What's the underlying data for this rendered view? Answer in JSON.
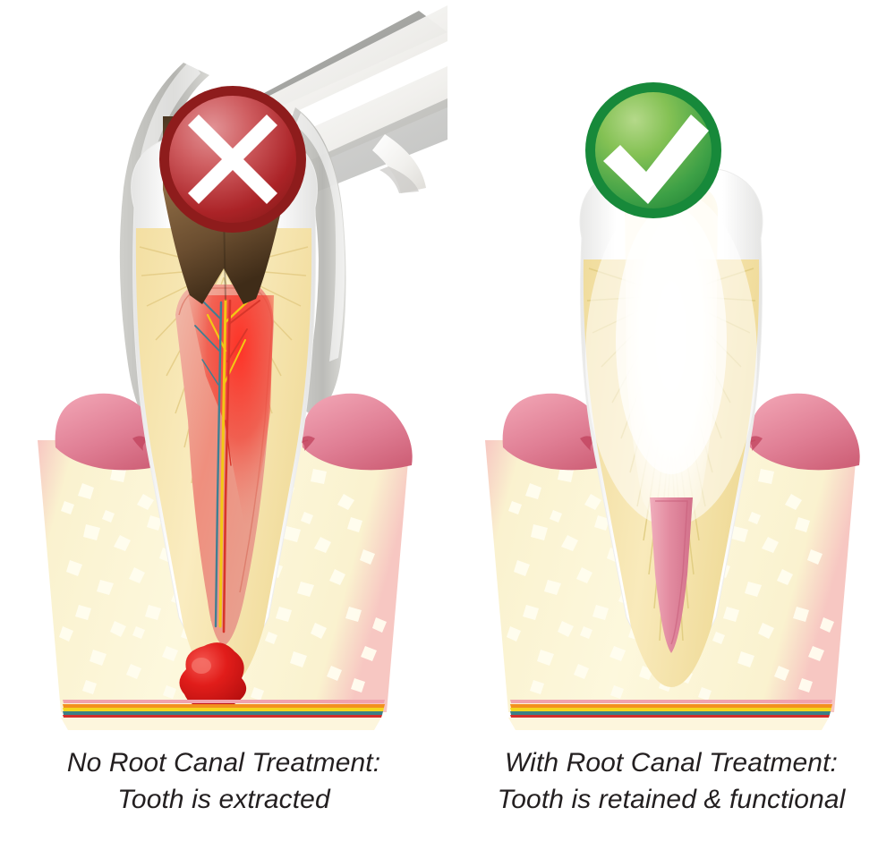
{
  "figure": {
    "background": "#ffffff",
    "panels": [
      {
        "id": "left",
        "badge": {
          "icon": "cross-icon",
          "symbol": "✕",
          "ring_color": "#8e1c1c",
          "fill_light": "#d8686a",
          "fill_dark": "#a62125",
          "glyph_color": "#ffffff"
        },
        "caption_line1": "No Root Canal Treatment:",
        "caption_line2": "Tooth is extracted",
        "instrument": {
          "name": "dental-extraction-forceps",
          "body_color": "#f2f1ee",
          "shade_color": "#c9c8c4",
          "dark_color": "#8e8f8c"
        },
        "tooth": {
          "enamel_color": "#ffffff",
          "enamel_shade": "#e7e7e6",
          "dentin_color": "#f7e4ad",
          "dentin_line_color": "#e0c87f",
          "decay_color_dark": "#4f3a21",
          "decay_color_light": "#94714a",
          "pulp_color": "#eda392",
          "pulp_inflamed_color": "#f0443b",
          "nerve_color": "#f5c518",
          "artery_color": "#d8352a",
          "vein_color": "#3f7f93"
        },
        "bone": {
          "bone_color": "#f8f1cc",
          "bone_edge_color": "#f4c4c0",
          "trabecula_color": "#ece2c0",
          "gum_color_light": "#ea91a4",
          "gum_color_dark": "#d4637c",
          "ligament_color": "#e58da0"
        },
        "lesion": {
          "name": "periapical-abscess",
          "color": "#e01a18",
          "highlight": "#f4564f"
        },
        "strata": [
          "#f0a2ae",
          "#f3901f",
          "#f4d61f",
          "#3c7f86",
          "#d22d2a"
        ]
      },
      {
        "id": "right",
        "badge": {
          "icon": "check-icon",
          "symbol": "✓",
          "ring_color": "#17893a",
          "fill_light": "#8dc63f",
          "fill_dark": "#37a03e",
          "glyph_color": "#ffffff"
        },
        "caption_line1": "With Root Canal Treatment:",
        "caption_line2": "Tooth is retained & functional",
        "tooth": {
          "enamel_color": "#ffffff",
          "enamel_shade": "#ededec",
          "dentin_color": "#f5e2ab",
          "dentin_line_color": "#ded07f",
          "filling_color": "#ffffff",
          "filling_glow": "#fffdf2",
          "gutta_percha_color": "#e89aab",
          "gutta_percha_dark": "#d16d86"
        },
        "bone": {
          "bone_color": "#f8f1cc",
          "bone_edge_color": "#f4c4c0",
          "trabecula_color": "#ece2c0",
          "gum_color_light": "#ea91a4",
          "gum_color_dark": "#d4637c",
          "ligament_color": "#e58da0"
        },
        "strata": [
          "#f0a2ae",
          "#f3901f",
          "#f4d61f",
          "#3c7f86",
          "#d22d2a"
        ]
      }
    ]
  }
}
